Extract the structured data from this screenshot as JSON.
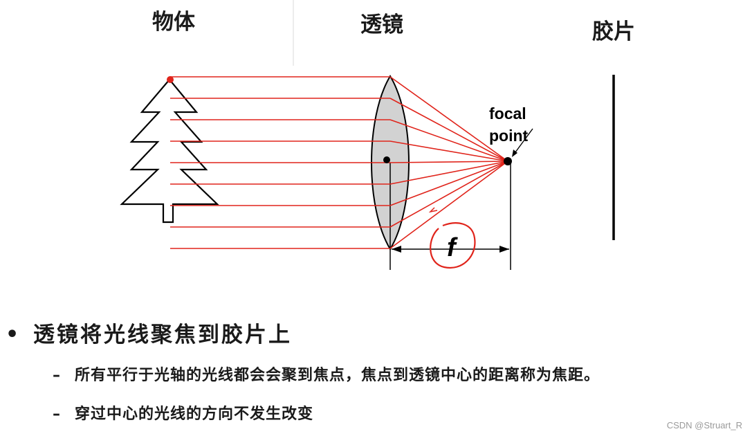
{
  "headings": {
    "object": "物体",
    "lens": "透镜",
    "film": "胶片"
  },
  "diagram": {
    "focal_label_line1": "focal",
    "focal_label_line2": "point",
    "focal_length_symbol": "f",
    "ray_color": "#e0241b",
    "lens_fill": "#d2d2d2",
    "annotation_color": "#e0241b"
  },
  "bullets": {
    "main": {
      "marker": "•",
      "text": "透镜将光线聚焦到胶片上"
    },
    "subs": [
      {
        "marker": "–",
        "text": "所有平行于光轴的光线都会会聚到焦点，焦点到透镜中心的距离称为焦距。"
      },
      {
        "marker": "–",
        "text": "穿过中心的光线的方向不发生改变"
      }
    ]
  },
  "watermark": "CSDN @Struart_R"
}
